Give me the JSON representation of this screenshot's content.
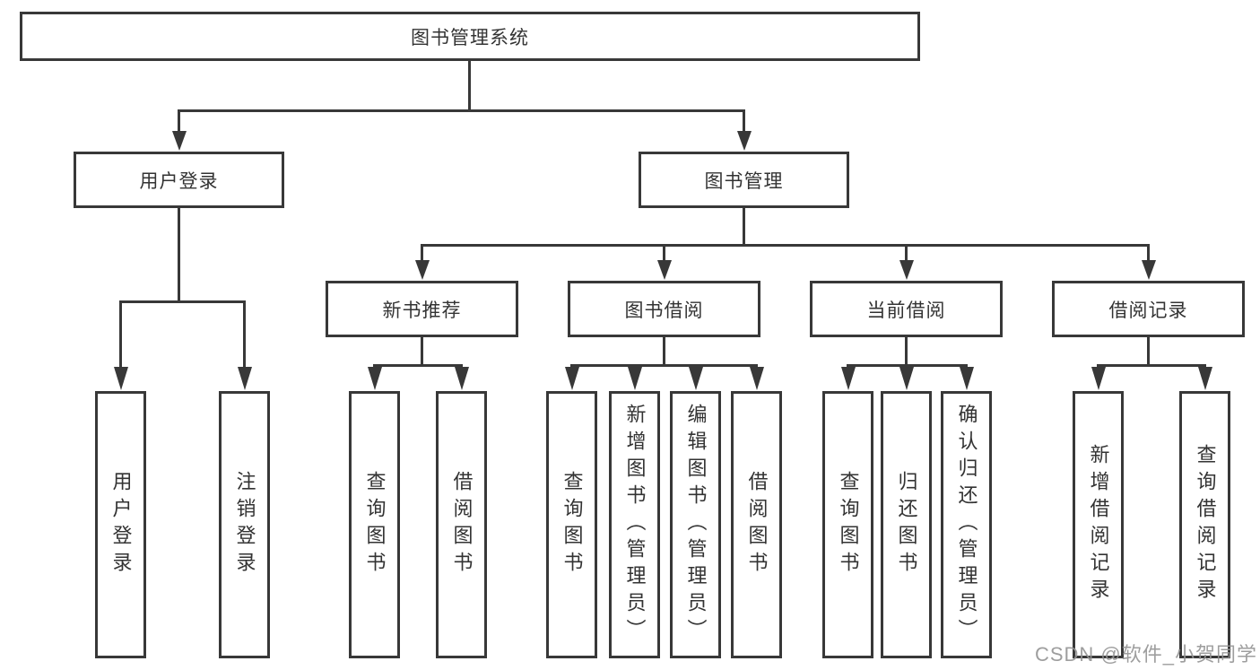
{
  "diagram": {
    "root": "图书管理系统",
    "branches": {
      "user_login": {
        "label": "用户登录",
        "children": [
          "用户登录",
          "注销登录"
        ]
      },
      "book_management": {
        "label": "图书管理",
        "groups": [
          {
            "label": "新书推荐",
            "children": [
              "查询图书",
              "借阅图书"
            ]
          },
          {
            "label": "图书借阅",
            "children": [
              "查询图书",
              "新增图书（管理员）",
              "编辑图书（管理员）",
              "借阅图书"
            ]
          },
          {
            "label": "当前借阅",
            "children": [
              "查询图书",
              "归还图书",
              "确认归还（管理员）"
            ]
          },
          {
            "label": "借阅记录",
            "children": [
              "新增借阅记录",
              "查询借阅记录"
            ]
          }
        ]
      }
    },
    "watermark": "CSDN @软件_小贺同学",
    "colors": {
      "line": "#383838",
      "text": "#333333",
      "background": "#ffffff",
      "watermark": "#949494"
    }
  }
}
